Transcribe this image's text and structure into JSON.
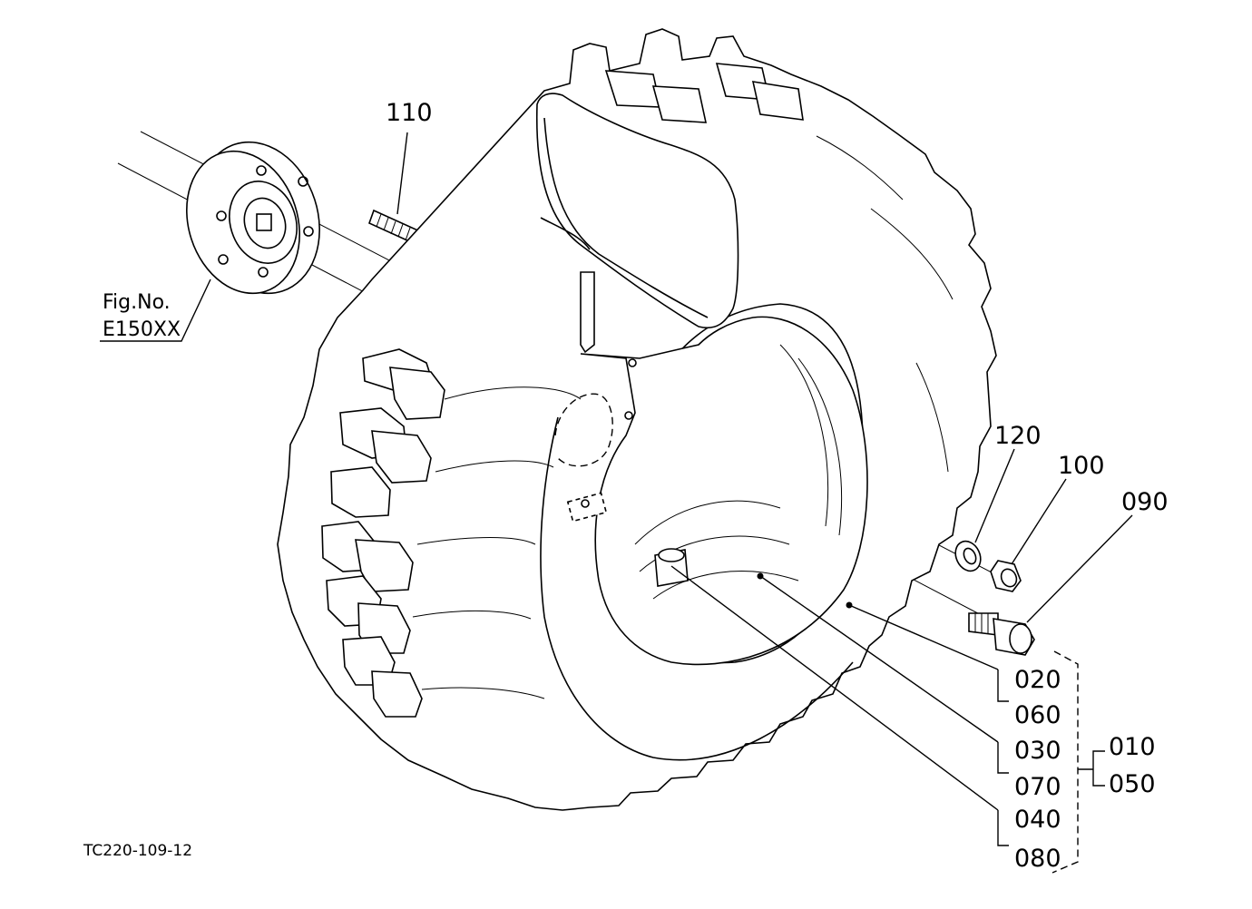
{
  "figure_reference": {
    "line1": "Fig.No.",
    "line2": "E150XX"
  },
  "drawing_code": "TC220-109-12",
  "callouts": {
    "p110": "110",
    "p120": "120",
    "p100": "100",
    "p090": "090",
    "p020": "020",
    "p060": "060",
    "p030": "030",
    "p070": "070",
    "p040": "040",
    "p080": "080",
    "p010": "010",
    "p050": "050"
  }
}
